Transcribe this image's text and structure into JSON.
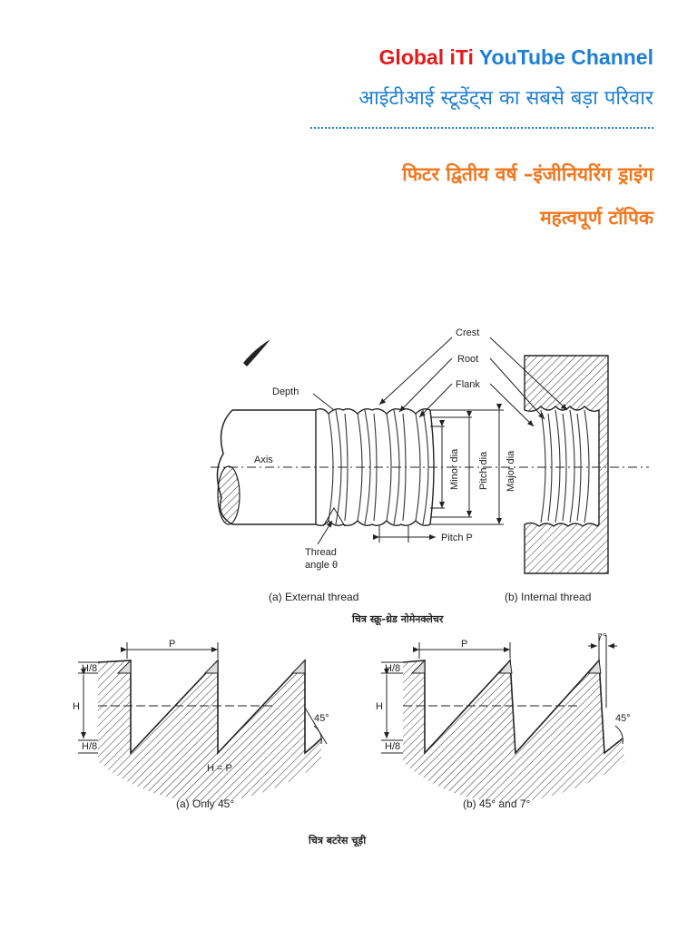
{
  "header": {
    "brand_part1": "Global iTi",
    "brand_part2": "YouTube Channel",
    "tagline": "आईटीआई स्टूडेंट्स का सबसे बड़ा परिवार",
    "course": "फिटर द्वितीय वर्ष –इंजीनियरिंग ड्राइंग",
    "topic": "महत्वपूर्ण टॉपिक",
    "colors": {
      "brand_red": "#e31b1b",
      "brand_blue": "#1f7fd0",
      "accent_orange": "#f07820"
    }
  },
  "figure1": {
    "labels": {
      "crest": "Crest",
      "root": "Root",
      "flank": "Flank",
      "depth": "Depth",
      "axis": "Axis",
      "minor_dia": "Minor dia",
      "pitch_dia": "Pitch dia",
      "major_dia": "Major dia",
      "pitch": "Pitch P",
      "thread_angle_1": "Thread",
      "thread_angle_2": "angle θ"
    },
    "caption_a": "(a) External thread",
    "caption_b": "(b) Internal thread",
    "hindi_caption": "चित्र स्क्रू-थ्रेड नोमेनक्लेचर"
  },
  "figure2": {
    "labels": {
      "p": "P",
      "h8": "H/8",
      "h": "H",
      "angle45": "45°",
      "angle7": "7°",
      "h_eq_p": "H = P"
    },
    "caption_a": "(a) Only 45°",
    "caption_b": "(b) 45° and 7°",
    "hindi_caption": "चित्र बटरेस चूड़ी"
  }
}
